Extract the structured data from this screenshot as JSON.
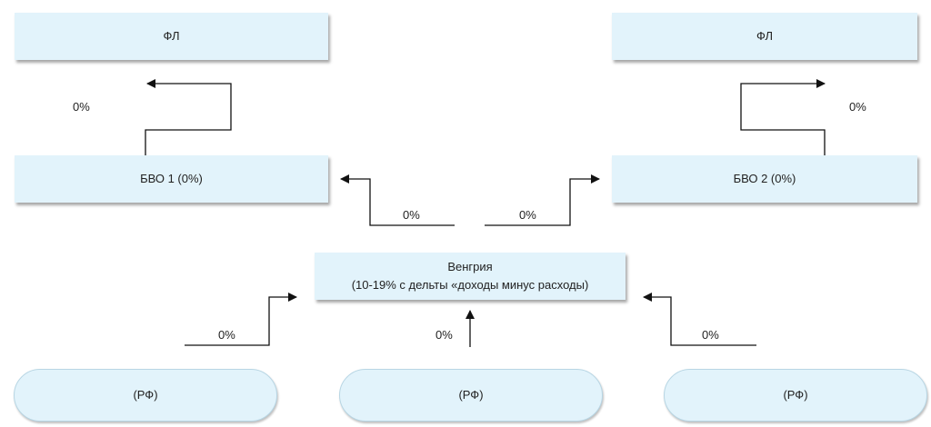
{
  "nodes": {
    "fl_left": "ФЛ",
    "fl_right": "ФЛ",
    "bvo1": "БВО 1 (0%)",
    "bvo2": "БВО 2 (0%)",
    "hungary_title": "Венгрия",
    "hungary_sub": "(10-19% с дельты «доходы минус расходы)",
    "rf_left": "(РФ)",
    "rf_center": "(РФ)",
    "rf_right": "(РФ)"
  },
  "edges": {
    "bvo1_to_fl": "0%",
    "bvo2_to_fl": "0%",
    "hu_to_bvo1": "0%",
    "hu_to_bvo2": "0%",
    "rf_left_to_hu": "0%",
    "rf_center_to_hu": "0%",
    "rf_right_to_hu": "0%"
  }
}
